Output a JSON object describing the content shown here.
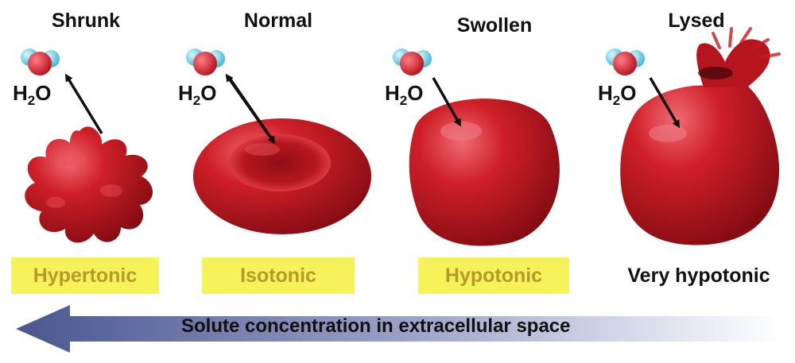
{
  "columns": [
    {
      "title": "Shrunk",
      "tonicity": "Hypertonic"
    },
    {
      "title": "Normal",
      "tonicity": "Isotonic"
    },
    {
      "title": "Swollen",
      "tonicity": "Hypotonic"
    },
    {
      "title": "Lysed",
      "tonicity": "Very hypotonic"
    }
  ],
  "water_label": "H2O",
  "water_label_main": "H",
  "water_label_sub": "2",
  "water_label_end": "O",
  "gradient_caption": "Solute concentration in extracellular space",
  "colors": {
    "cell_dark": "#8c0d12",
    "cell_mid": "#c41a22",
    "cell_light": "#e8505a",
    "label_bg": "#f6f25a",
    "label_text": "#b59a2a",
    "arrow_dark": "#4b5690",
    "arrow_light": "#ffffff",
    "oxygen": "#d51f2a",
    "hydrogen": "#6fd0e8"
  }
}
